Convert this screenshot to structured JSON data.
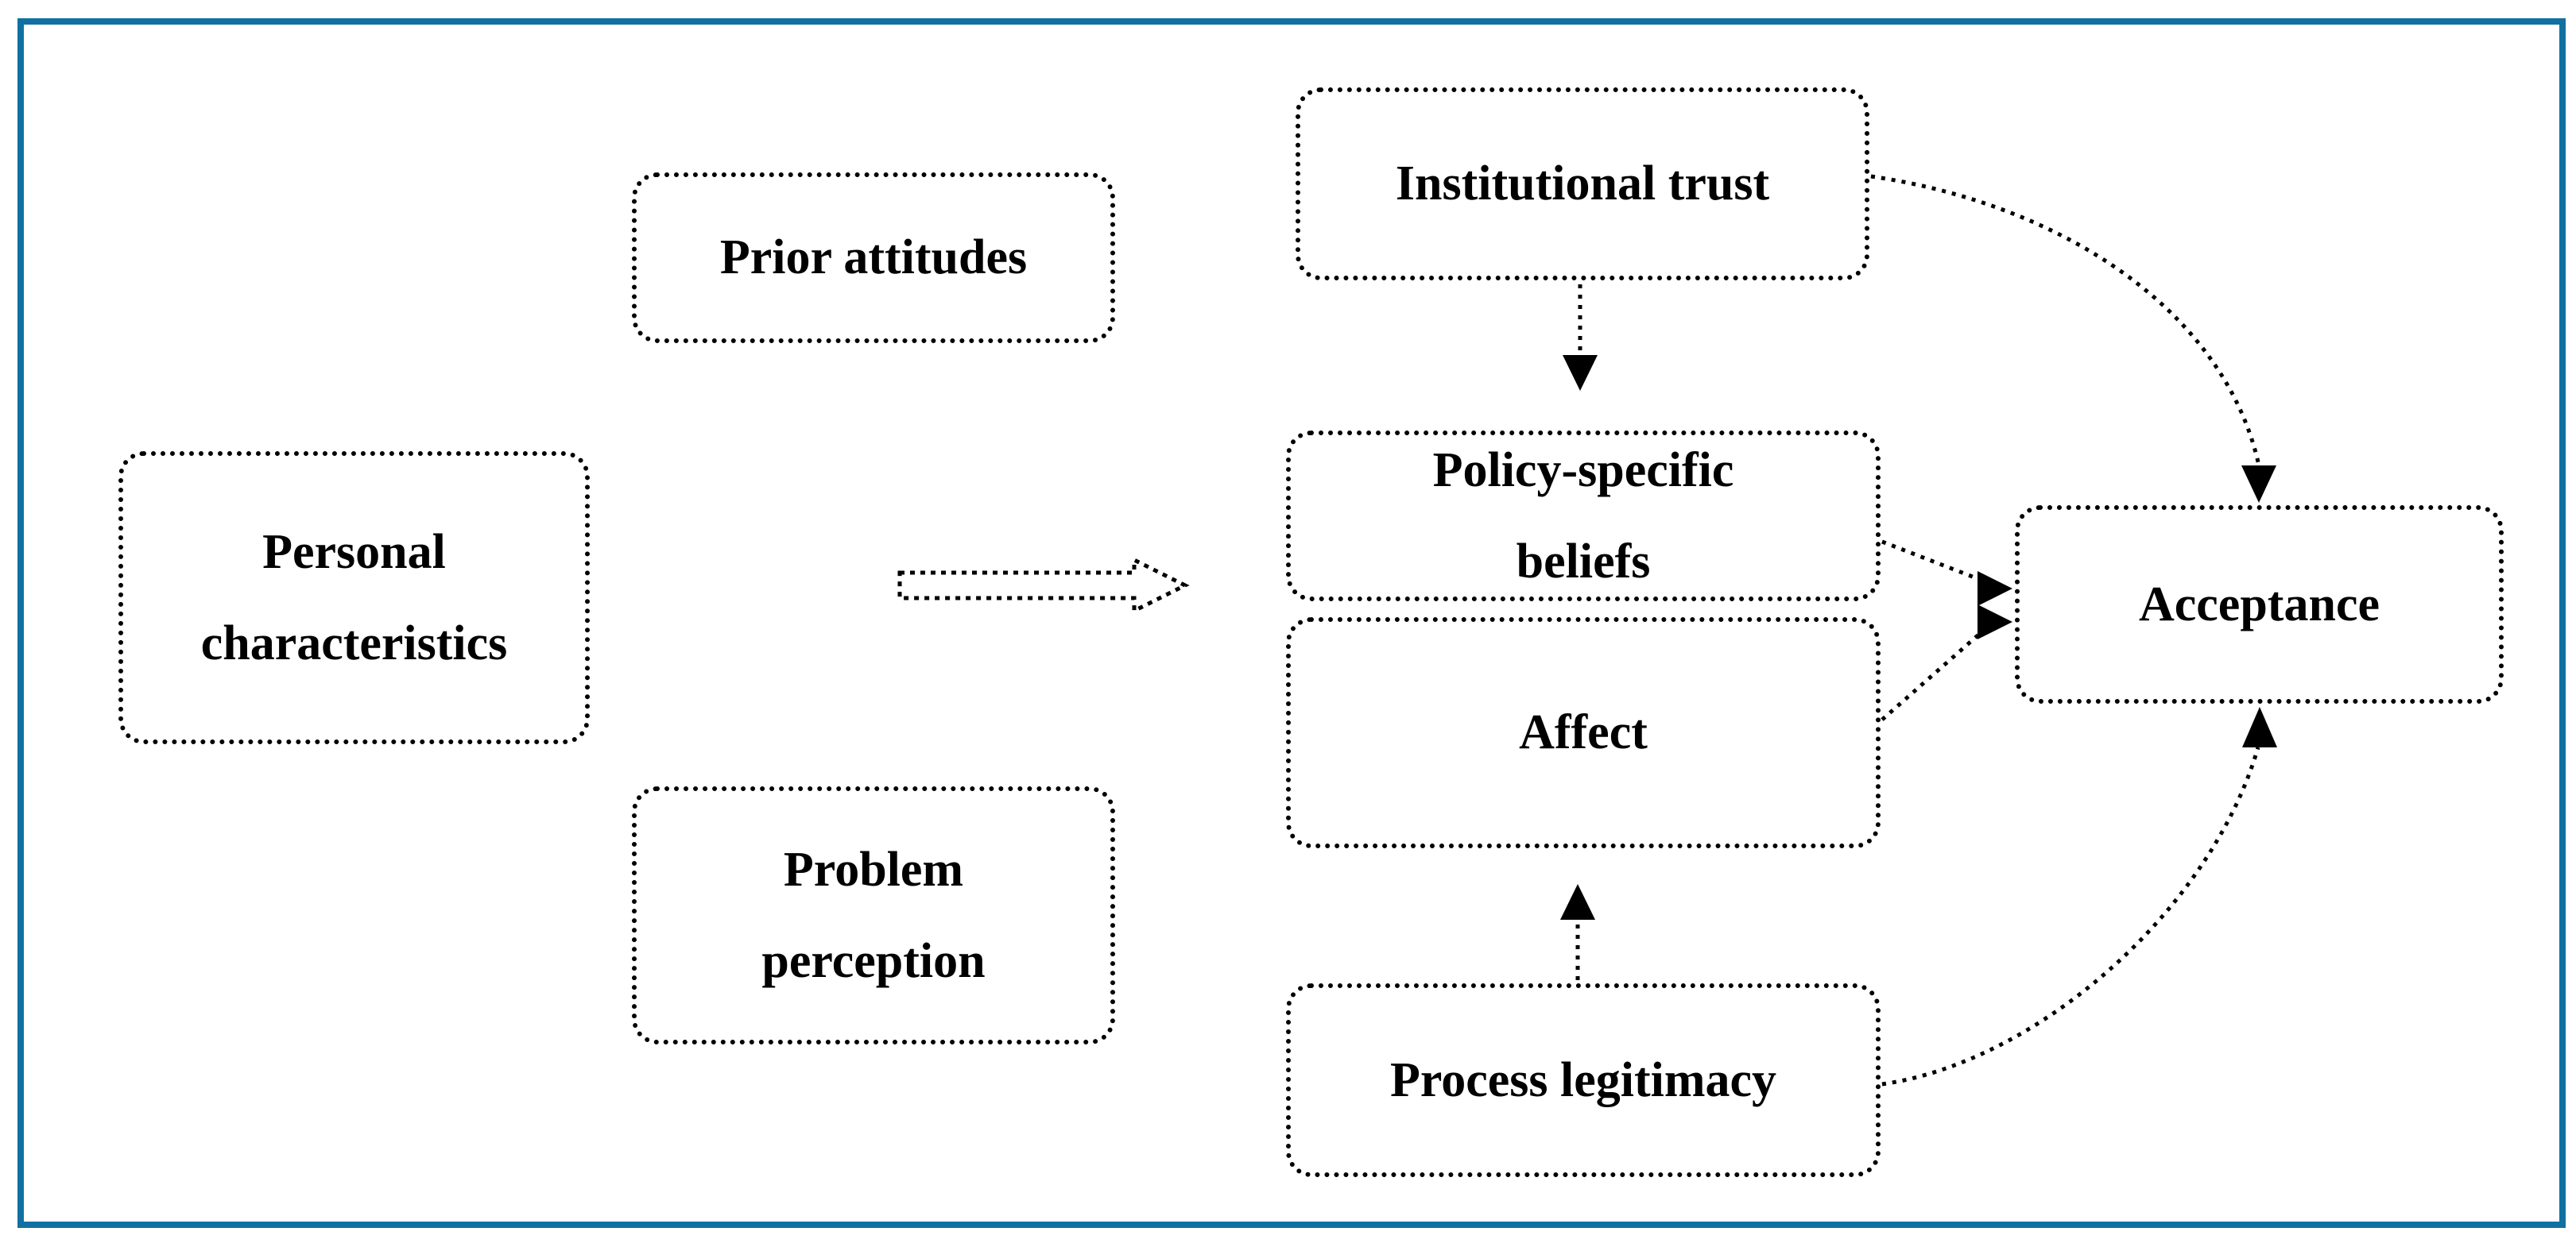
{
  "figure": {
    "background_color": "#ffffff",
    "frame_color": "#1170a1"
  },
  "diagram": {
    "colors": {
      "node_border": "#000000",
      "text": "#000000",
      "arrow": "#000000"
    },
    "nodes": [
      {
        "id": "personal-characteristics",
        "label_line1": "Personal",
        "label_line2": "characteristics"
      },
      {
        "id": "prior-attitudes",
        "label_line1": "Prior attitudes"
      },
      {
        "id": "problem-perception",
        "label_line1": "Problem",
        "label_line2": "perception"
      },
      {
        "id": "institutional-trust",
        "label_line1": "Institutional trust"
      },
      {
        "id": "policy-specific-beliefs",
        "label_line1": "Policy-specific",
        "label_line2": "beliefs"
      },
      {
        "id": "affect",
        "label_line1": "Affect"
      },
      {
        "id": "process-legitimacy",
        "label_line1": "Process legitimacy"
      },
      {
        "id": "acceptance",
        "label_line1": "Acceptance"
      }
    ],
    "edges": [
      {
        "from": "personal-characteristics / prior-attitudes / problem-perception",
        "to": "policy-specific-beliefs / affect",
        "style": "dotted-block-arrow"
      },
      {
        "from": "institutional-trust",
        "to": "policy-specific-beliefs",
        "style": "dotted-arrow"
      },
      {
        "from": "institutional-trust",
        "to": "acceptance",
        "style": "dotted-curve-arrow"
      },
      {
        "from": "policy-specific-beliefs",
        "to": "acceptance",
        "style": "dotted-arrow"
      },
      {
        "from": "affect",
        "to": "acceptance",
        "style": "dotted-arrow"
      },
      {
        "from": "process-legitimacy",
        "to": "affect",
        "style": "dotted-arrow"
      },
      {
        "from": "process-legitimacy",
        "to": "acceptance",
        "style": "dotted-curve-arrow"
      }
    ]
  }
}
